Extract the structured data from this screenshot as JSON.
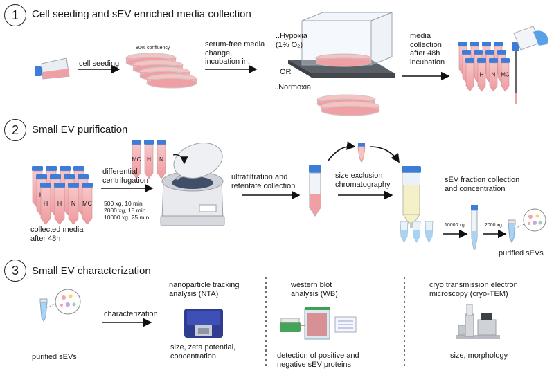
{
  "sections": [
    {
      "number": "1",
      "title": "Cell seeding and sEV enriched media collection"
    },
    {
      "number": "2",
      "title": "Small EV purification"
    },
    {
      "number": "3",
      "title": "Small EV characterization"
    }
  ],
  "step1": {
    "cell_seeding": "cell seeding",
    "confluency": "80% confluency",
    "serum_free": "serum-free media\nchange,\nincubation in..",
    "hypoxia": "..Hypoxia\n(1% O₂)",
    "or": "OR",
    "normoxia": "..Normoxia",
    "media_collection": "media\ncollection\nafter 48h\nincubation",
    "tube_labels": [
      "H",
      "N",
      "MC"
    ]
  },
  "step2": {
    "collected_media": "collected media\nafter 48h",
    "differential": "differential\ncentrifugation",
    "spins": "500 xg, 10 min\n2000 xg, 15 min\n10000 xg, 25 min",
    "ultrafiltration": "ultrafiltration and\nretentate collection",
    "sec": "size exclusion\nchromatography",
    "fraction": "sEV fraction collection\nand concentration",
    "spin1": "10000 xg",
    "spin2": "2000 xg",
    "purified": "purified sEVs",
    "tube_labels": [
      "MC",
      "H",
      "N"
    ]
  },
  "step3": {
    "purified": "purified sEVs",
    "characterization": "characterization",
    "nta_title": "nanoparticle tracking\nanalysis (NTA)",
    "nta_desc": "size, zeta potential,\nconcentration",
    "wb_title": "western blot\nanalysis (WB)",
    "wb_desc": "detection of positive and\nnegative sEV proteins",
    "tem_title": "cryo transmission electron\nmicroscopy (cryo-TEM)",
    "tem_desc": "size, morphology"
  },
  "colors": {
    "tube_cap": "#3b7dd8",
    "media": "#f2a6a8",
    "dish": "#f4b8b8",
    "sev_fluid": "#a9d3f0",
    "incubator": "#2f3c8f"
  }
}
